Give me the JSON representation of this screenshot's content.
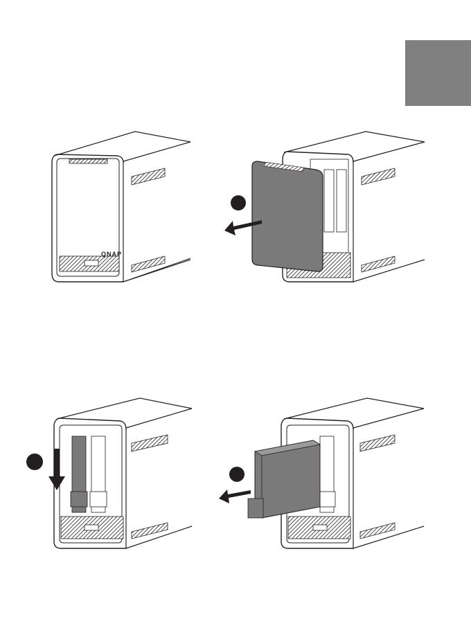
{
  "page": {
    "tab_color": "#808080",
    "ink_color": "#231f20",
    "panel_color": "#7a7a7a"
  },
  "figures": [
    {
      "id": "nas-front-closed",
      "logo": "QNAP"
    },
    {
      "id": "nas-cover-removal",
      "step_marker": "filled-circle",
      "arrow_direction": "left"
    },
    {
      "id": "nas-tray-unlock",
      "step_marker": "filled-circle",
      "arrow_direction": "down"
    },
    {
      "id": "nas-drive-tray-removal",
      "step_marker": "filled-circle",
      "arrow_direction": "left"
    }
  ]
}
